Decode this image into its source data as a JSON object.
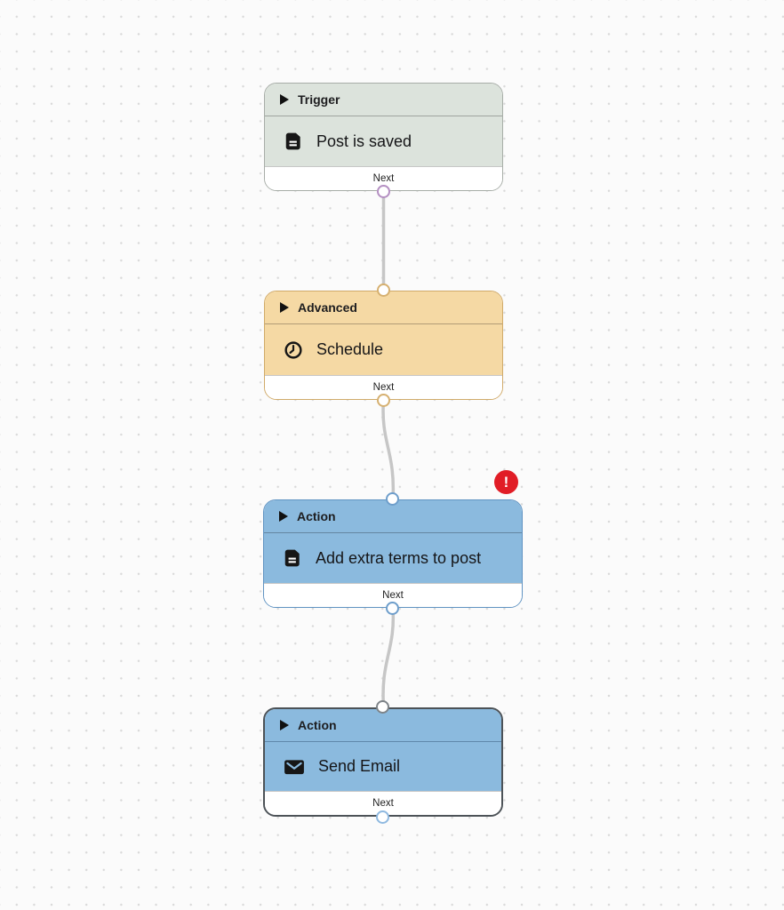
{
  "canvas": {
    "background_color": "#fbfbfb",
    "dot_color": "#d9d9d9",
    "connection_color": "#c6c6c6"
  },
  "nodes": [
    {
      "category": "Trigger",
      "title": "Post is saved",
      "footer_label": "Next",
      "header_icon": "play-icon",
      "body_icon": "post-document-icon",
      "fill_color": "#dce3dc",
      "border_color": "#a7ada7",
      "output_port_color": "#b48fc2",
      "has_input_port": false,
      "has_error": false
    },
    {
      "category": "Advanced",
      "title": "Schedule",
      "footer_label": "Next",
      "header_icon": "play-icon",
      "body_icon": "clock-icon",
      "fill_color": "#f5d9a4",
      "border_color": "#d0aa69",
      "input_port_color": "#d6b070",
      "output_port_color": "#d6b070",
      "has_input_port": true,
      "has_error": false
    },
    {
      "category": "Action",
      "title": "Add extra terms to post",
      "footer_label": "Next",
      "header_icon": "play-icon",
      "body_icon": "post-document-icon",
      "fill_color": "#8bbade",
      "border_color": "#6093c2",
      "input_port_color": "#6e9ecb",
      "output_port_color": "#6e9ecb",
      "has_input_port": true,
      "has_error": true
    },
    {
      "category": "Action",
      "title": "Send Email",
      "footer_label": "Next",
      "header_icon": "play-icon",
      "body_icon": "email-icon",
      "fill_color": "#8bbade",
      "border_color": "#4c5257",
      "input_port_color": "#7e8489",
      "output_port_color": "#8fb9e0",
      "has_input_port": true,
      "has_error": false
    }
  ],
  "connections": [
    {
      "from": "Post is saved",
      "to": "Schedule"
    },
    {
      "from": "Schedule",
      "to": "Add extra terms to post"
    },
    {
      "from": "Add extra terms to post",
      "to": "Send Email"
    }
  ],
  "error_badge": {
    "symbol": "!",
    "color": "#e11d26"
  }
}
